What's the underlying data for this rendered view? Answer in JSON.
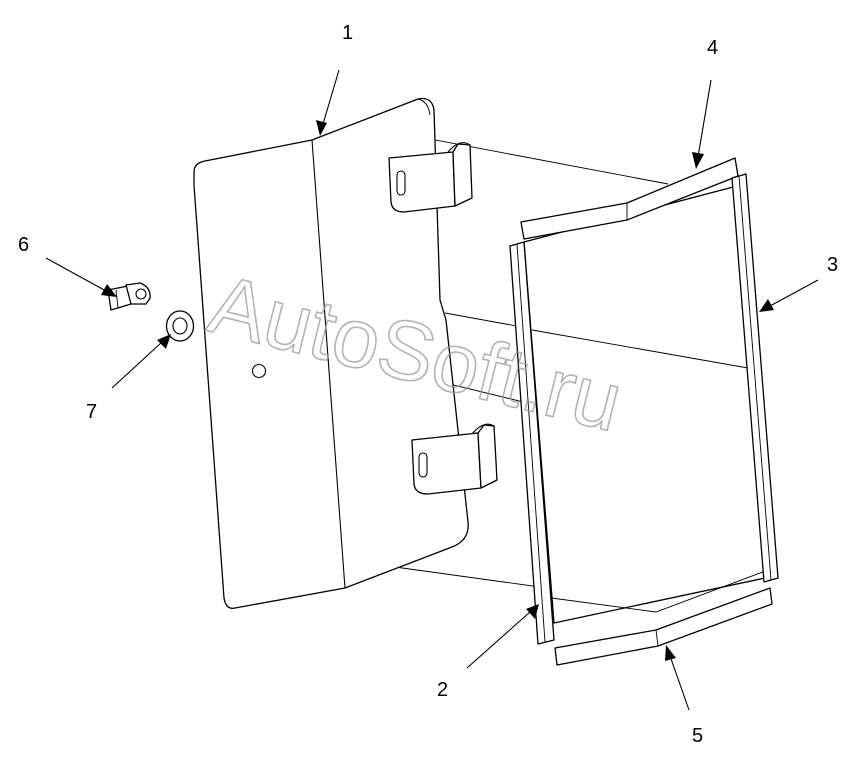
{
  "callouts": [
    {
      "id": "1",
      "label": "1"
    },
    {
      "id": "2",
      "label": "2"
    },
    {
      "id": "3",
      "label": "3"
    },
    {
      "id": "4",
      "label": "4"
    },
    {
      "id": "5",
      "label": "5"
    },
    {
      "id": "6",
      "label": "6"
    },
    {
      "id": "7",
      "label": "7"
    }
  ],
  "watermark": "AutoSoft.ru",
  "colors": {
    "line": "#000000",
    "watermark": "#9a9a9a",
    "background": "#ffffff"
  }
}
